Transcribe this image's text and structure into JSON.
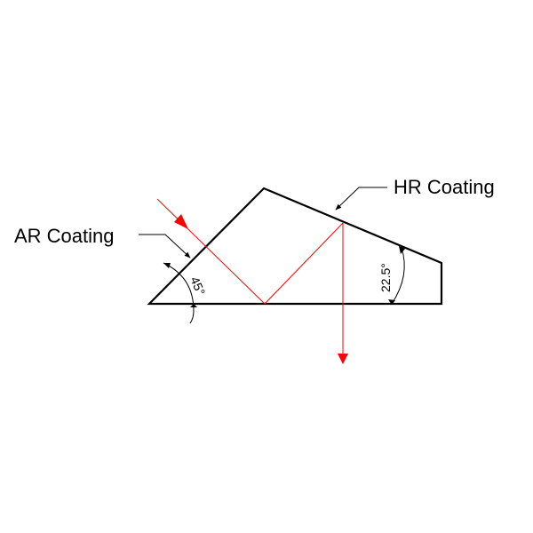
{
  "labels": {
    "hr_coating": "HR Coating",
    "ar_coating": "AR Coating",
    "angle_45": "45°",
    "angle_22_5": "22.5°"
  },
  "colors": {
    "outline": "#000000",
    "beam": "#ff0000"
  }
}
